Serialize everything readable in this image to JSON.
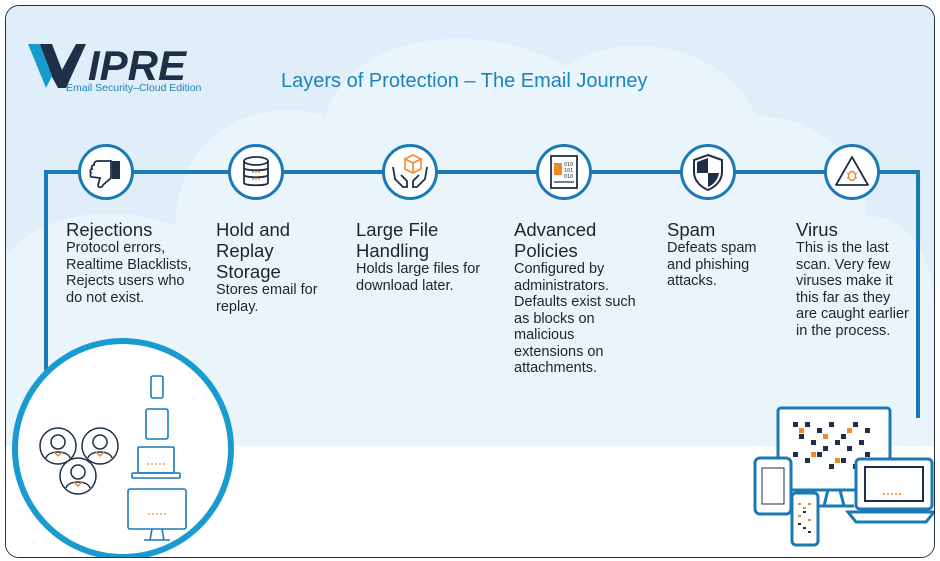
{
  "brand": {
    "logo_text": "VIPRE",
    "subtitle": "Email Security–Cloud Edition"
  },
  "title": "Layers of Protection – The Email Journey",
  "colors": {
    "primary": "#1a7ab6",
    "accent": "#1a9bd0",
    "orange": "#f0892b",
    "cloud": "#dfeef8"
  },
  "steps": [
    {
      "icon": "thumbs-down-icon",
      "title": "Rejections",
      "text": "Protocol errors, Realtime Blacklists, Rejects users who do not exist."
    },
    {
      "icon": "database-icon",
      "title": "Hold and Replay Storage",
      "text": "Stores email for replay."
    },
    {
      "icon": "hands-box-icon",
      "title": "Large File Handling",
      "text": "Holds large files for download later."
    },
    {
      "icon": "policy-document-icon",
      "title": "Advanced Policies",
      "text": "Configured by administrators. Defaults exist such as blocks on malicious extensions on attachments."
    },
    {
      "icon": "shield-icon",
      "title": "Spam",
      "text": "Defeats spam and phishing attacks."
    },
    {
      "icon": "virus-warning-icon",
      "title": "Virus",
      "text": "This is the last scan. Very few viruses make it this far as they are caught earlier in the process."
    }
  ]
}
